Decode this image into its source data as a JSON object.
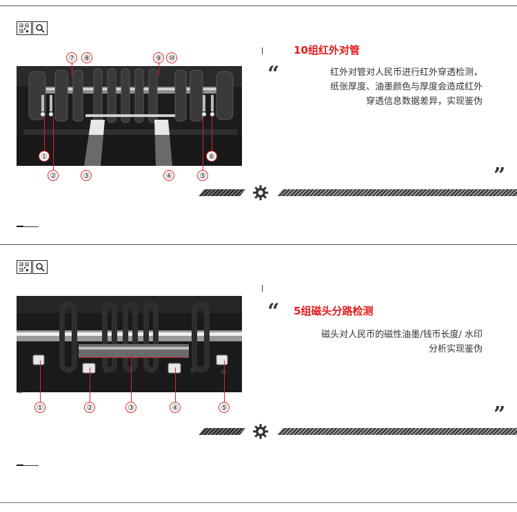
{
  "section1": {
    "title": "10组红外对管",
    "desc_lines": [
      "红外对管对人民币进行红外穿透检测，",
      "纸张厚度、油墨颜色与厚度会造成红外",
      "穿透信息数据差异，实现鉴伪"
    ],
    "markers_top": [
      "⑦",
      "⑧",
      "⑨",
      "⑩"
    ],
    "markers_bottom": [
      "②",
      "③",
      "④",
      "⑤"
    ],
    "markers_inside": [
      "①",
      "⑥"
    ],
    "quote_open": "“",
    "quote_close": "”"
  },
  "section2": {
    "title": "5组磁头分路检测",
    "desc_lines": [
      "磁头对人民币的磁性油墨/钱币长度/ 水印",
      "分析实现鉴伪"
    ],
    "markers_bottom": [
      "①",
      "②",
      "③",
      "④",
      "⑤"
    ],
    "arrow_label": "→",
    "quote_open": "“",
    "quote_close": "”"
  }
}
